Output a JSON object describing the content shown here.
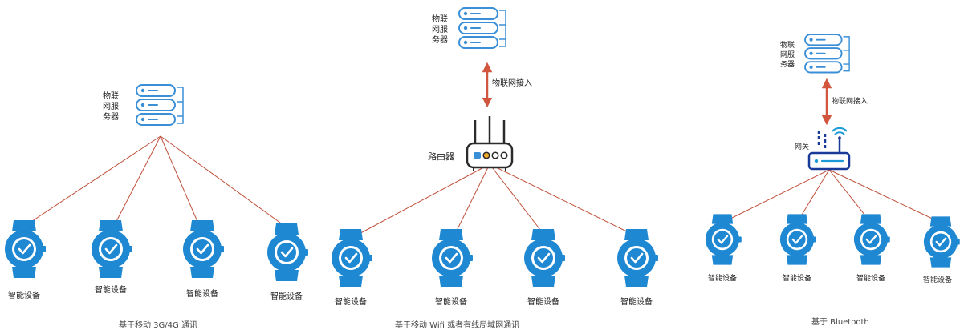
{
  "colors": {
    "device_blue": "#1f88d3",
    "server_stroke": "#3a8fd6",
    "link_red": "#c0503a",
    "arrow_red": "#d2553e",
    "router_stroke": "#2b2b2b",
    "gateway_stroke": "#1a3a9a"
  },
  "device_label": "智能设备",
  "server_label": "物联网服务器",
  "server_label_lines": [
    "物联",
    "网服",
    "务器"
  ],
  "access_label": "物联网接入",
  "router_label": "路由器",
  "gateway_label": "网关",
  "panels": [
    {
      "caption": "基于移动 3G/4G 通讯",
      "devices": [
        "智能设备",
        "智能设备",
        "智能设备",
        "智能设备"
      ]
    },
    {
      "caption": "基于移动 Wifi 或者有线局域网通讯",
      "devices": [
        "智能设备",
        "智能设备",
        "智能设备",
        "智能设备"
      ]
    },
    {
      "caption": "基于 Bluetooth",
      "devices": [
        "智能设备",
        "智能设备",
        "智能设备",
        "智能设备"
      ]
    }
  ],
  "icons": {
    "server": "server-stack-icon",
    "router": "router-icon",
    "gateway": "gateway-icon",
    "device": "smartwatch-icon",
    "check": "check-icon"
  }
}
